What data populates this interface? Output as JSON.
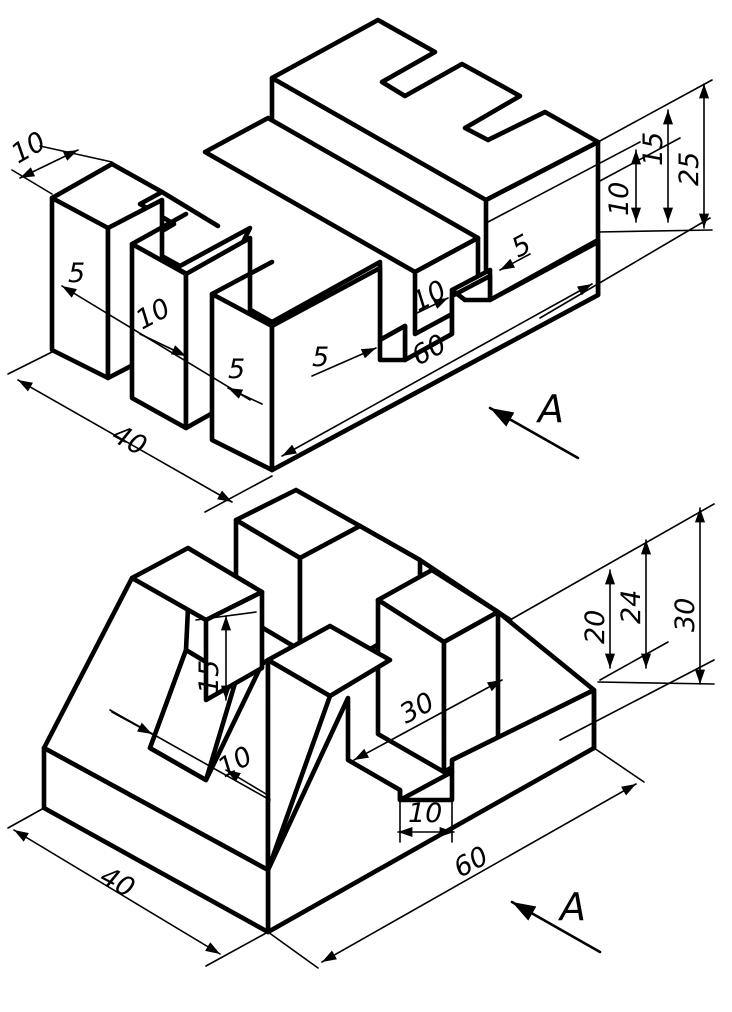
{
  "top_part": {
    "dims": {
      "d10_top_left": "10",
      "d5_left": "5",
      "d10_mid": "10",
      "d5_mid": "5",
      "d5_front": "5",
      "d60": "60",
      "d10_slot": "10",
      "d5_right": "5",
      "d40": "40",
      "d10_right": "10",
      "d15_right": "15",
      "d25_right": "25"
    },
    "view_label": "A"
  },
  "bottom_part": {
    "dims": {
      "d15": "15",
      "d10_groove": "10",
      "d30": "30",
      "d10_slot": "10",
      "d60": "60",
      "d40": "40",
      "d20": "20",
      "d24": "24",
      "d30_right": "30"
    },
    "view_label": "A"
  }
}
